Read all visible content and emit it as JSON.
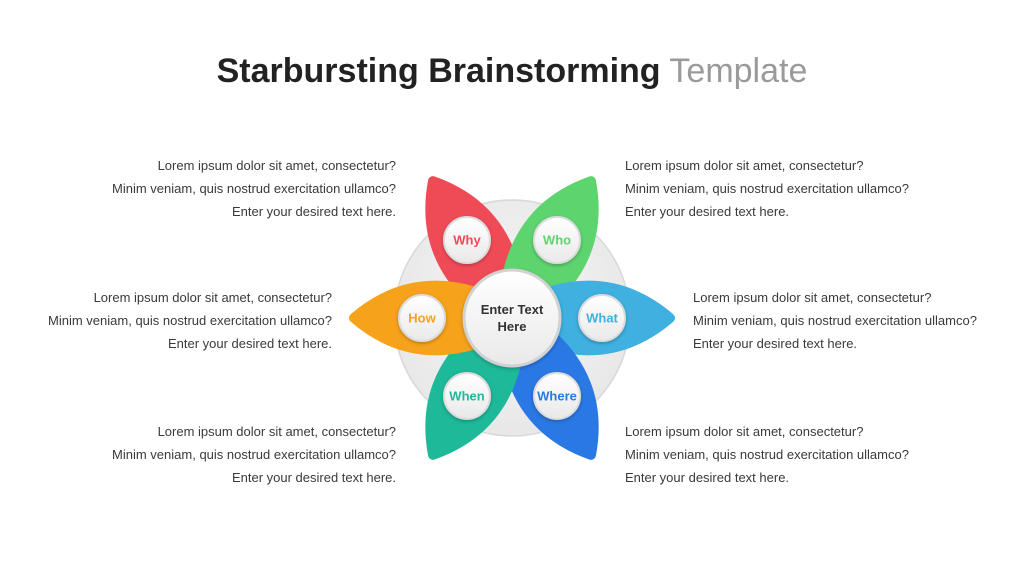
{
  "title": {
    "bold": "Starbursting Brainstorming",
    "light": "Template"
  },
  "center": {
    "line1": "Enter Text",
    "line2": "Here"
  },
  "petals": [
    {
      "key": "why",
      "label": "Why",
      "color": "#ef4b57"
    },
    {
      "key": "who",
      "label": "Who",
      "color": "#5ed46e"
    },
    {
      "key": "what",
      "label": "What",
      "color": "#3fb0e0"
    },
    {
      "key": "where",
      "label": "Where",
      "color": "#2a78e4"
    },
    {
      "key": "when",
      "label": "When",
      "color": "#1db999"
    },
    {
      "key": "how",
      "label": "How",
      "color": "#f7a21b"
    }
  ],
  "text_blocks": {
    "top_left": [
      "Lorem ipsum dolor sit amet, consectetur?",
      "Minim veniam, quis nostrud exercitation ullamco?",
      "Enter your desired text here."
    ],
    "top_right": [
      "Lorem ipsum dolor sit amet, consectetur?",
      "Minim veniam, quis nostrud exercitation ullamco?",
      "Enter your desired text here."
    ],
    "middle_left": [
      "Lorem ipsum dolor sit amet, consectetur?",
      "Minim veniam, quis nostrud exercitation ullamco?",
      "Enter your desired text here."
    ],
    "middle_right": [
      "Lorem ipsum dolor sit amet, consectetur?",
      "Minim veniam, quis nostrud exercitation ullamco?",
      "Enter your desired text here."
    ],
    "bottom_left": [
      "Lorem ipsum dolor sit amet, consectetur?",
      "Minim veniam, quis nostrud exercitation ullamco?",
      "Enter your desired text here."
    ],
    "bottom_right": [
      "Lorem ipsum dolor sit amet, consectetur?",
      "Minim veniam, quis nostrud exercitation ullamco?",
      "Enter your desired text here."
    ]
  }
}
